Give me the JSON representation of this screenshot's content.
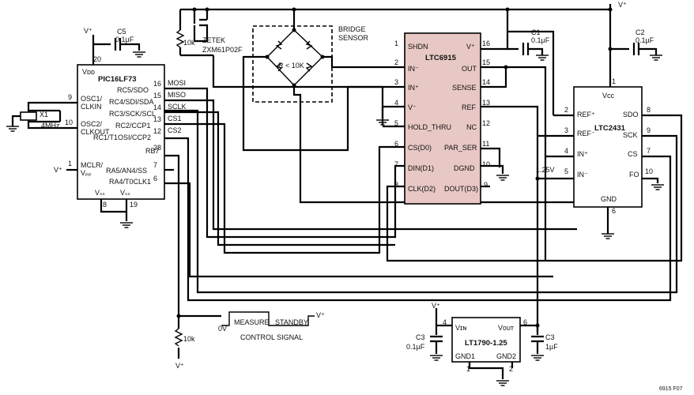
{
  "supply": "V⁺",
  "chips": {
    "pic": {
      "name": "PIC16LF73",
      "vdd": "Vᴅᴅ",
      "vss1": "Vₛₛ",
      "vss2": "Vₛₛ",
      "osc1": "OSC1/",
      "clkin": "CLKIN",
      "osc2": "OSC2/",
      "clkout": "CLKOUT",
      "mclr": "MCLR/",
      "vpp": "Vₚₚ",
      "rc5": "RC5/SDO",
      "rc4": "RC4/SDI/SDA",
      "rc3": "RC3/SCK/SCL",
      "rc2": "RC2/CCP1",
      "rc1": "RC1/T1OSI/CCP2",
      "rb7": "RB7",
      "ra5": "RA5/AN4/SS",
      "ra4": "RA4/T0CLK1",
      "p20": "20",
      "p9": "9",
      "p10": "10",
      "p1": "1",
      "p16": "16",
      "p15": "15",
      "p14": "14",
      "p13": "13",
      "p12": "12",
      "p28": "28",
      "p7": "7",
      "p6": "6",
      "p8": "8",
      "p19": "19"
    },
    "ltc6915": {
      "name": "LTC6915",
      "shdn": "SHDN",
      "vp": "V⁺",
      "inm": "IN⁻",
      "out": "OUT",
      "inp": "IN⁺",
      "sense": "SENSE",
      "vm": "V⁻",
      "ref": "REF",
      "hold": "HOLD_THRU",
      "nc": "NC",
      "cs": "CS(D0)",
      "parser": "PAR_SER",
      "din": "DIN(D1)",
      "dgnd": "DGND",
      "clk": "CLK(D2)",
      "dout": "DOUT(D3)",
      "p1": "1",
      "p2": "2",
      "p3": "3",
      "p4": "4",
      "p5": "5",
      "p6": "6",
      "p7": "7",
      "p8": "8",
      "p9": "9",
      "p10": "10",
      "p11": "11",
      "p12": "12",
      "p13": "13",
      "p14": "14",
      "p15": "15",
      "p16": "16"
    },
    "ltc2431": {
      "name": "LTC2431",
      "vcc": "Vᴄᴄ",
      "refp": "REF⁺",
      "refm": "REF⁻",
      "sdo": "SDO",
      "sck": "SCK",
      "inp": "IN⁺",
      "cs": "CS",
      "inm": "IN⁻",
      "fo": "FO",
      "gnd": "GND",
      "p1": "1",
      "p2": "2",
      "p3": "3",
      "p4": "4",
      "p5": "5",
      "p6": "6",
      "p7": "7",
      "p8": "8",
      "p9": "9",
      "p10": "10"
    },
    "lt1790": {
      "name": "LT1790-1.25",
      "vin": "Vɪɴ",
      "vout": "Vᴏᴜᴛ",
      "gnd1": "GND1",
      "gnd2": "GND2",
      "p4": "4",
      "p6": "6",
      "p1": "1",
      "p2": "2"
    }
  },
  "components": {
    "c5": "C5",
    "c5v": "0.1µF",
    "c1": "C1",
    "c1v": "0.1µF",
    "c2": "C2",
    "c2v": "0.1µF",
    "c3a": "C3",
    "c3av": "0.1µF",
    "c3b": "C3",
    "c3bv": "1µF",
    "r10k": "10k",
    "r10k2": "10k",
    "xtal": "X1",
    "xtalv": "4MHz",
    "fet1": "ZETEK",
    "fet2": "ZXM61P02F",
    "bridge1": "BRIDGE",
    "bridge2": "SENSOR",
    "bridgeR": "R < 10K"
  },
  "nets": {
    "mosi": "MOSI",
    "miso": "MISO",
    "sclk": "SCLK",
    "cs1": "CS1",
    "cs2": "CS2",
    "vref": "1.25V"
  },
  "signal": {
    "zero": "0V",
    "measure": "MEASURE",
    "standby": "STANDBY",
    "label": "CONTROL SIGNAL",
    "vplus": "V⁺"
  },
  "figure_code": "6915 F07"
}
